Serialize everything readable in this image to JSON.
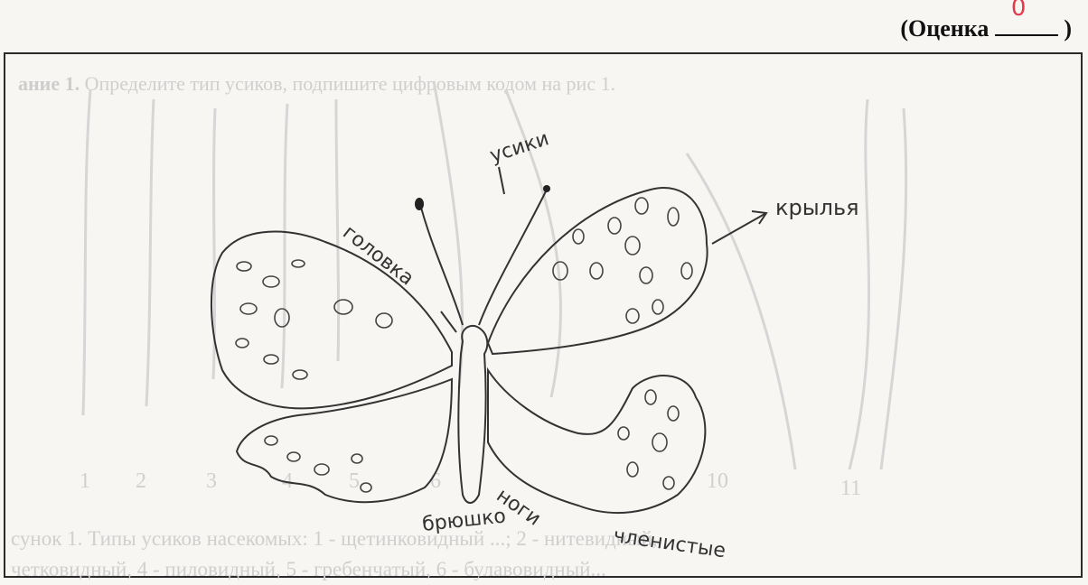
{
  "header": {
    "score_label": "(Оценка",
    "score_close": ")",
    "score_mark": "0"
  },
  "faded_print": {
    "task_label": "ание 1.",
    "task_text": "Определите тип усиков, подпишите цифровым кодом на рис 1.",
    "numbers": [
      "1",
      "2",
      "3",
      "4",
      "5",
      "6",
      "10",
      "11"
    ],
    "caption_line1": "сунок 1. Типы усиков насекомых: 1 - щетинковидный ...; 2 - нитевидный,",
    "caption_line2": "четковидный, 4 - пиловидный, 5 - гребенчатый, 6 - булавовидный..."
  },
  "handwritten_labels": {
    "antennae": "усики",
    "head": "головка",
    "wings": "крылья",
    "abdomen": "брюшко",
    "legs": "ноги",
    "segmented": "членистые"
  },
  "colors": {
    "ink": "#333333",
    "grade_mark": "#e23a4a",
    "faded_print": "#cfcfcf"
  }
}
